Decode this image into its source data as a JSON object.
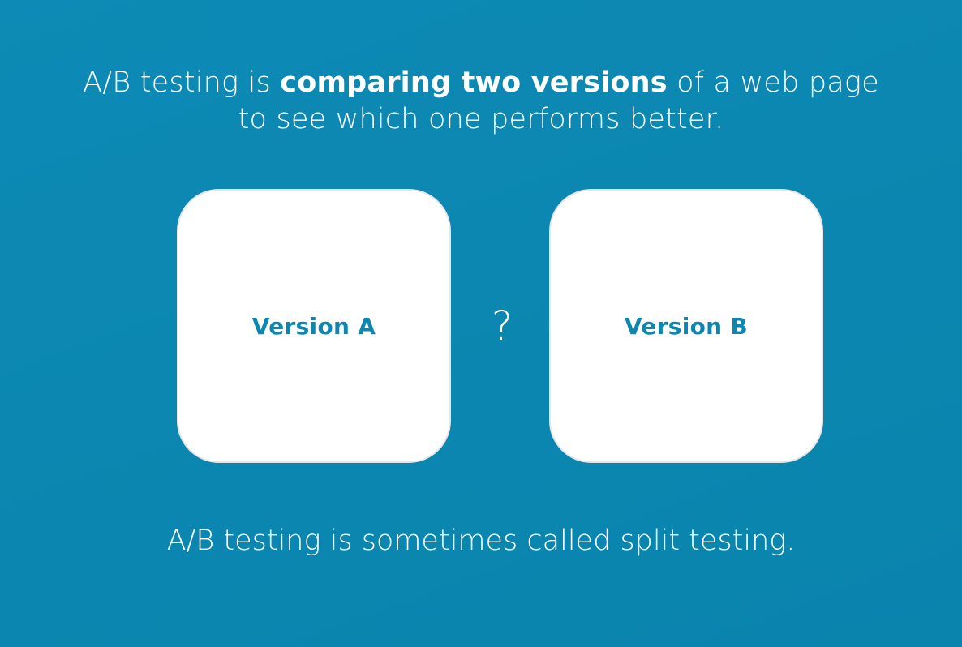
{
  "headline": {
    "line1_prefix": "A/B testing is ",
    "line1_bold": "comparing two versions",
    "line1_suffix": " of a web page",
    "line2": "to see which one performs better."
  },
  "cards": [
    {
      "label": "Version A"
    },
    {
      "label": "Version B"
    }
  ],
  "comparison_symbol": "?",
  "footer": {
    "text": "A/B testing is sometimes called split testing."
  },
  "colors": {
    "background": "#0b87b1",
    "card": "#ffffff",
    "card_text": "#0d87b0",
    "text": "#ffffff"
  }
}
